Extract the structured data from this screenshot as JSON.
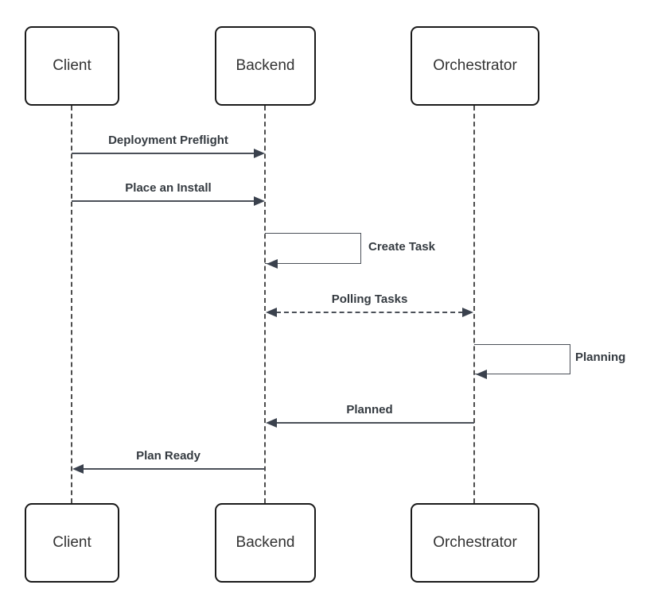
{
  "diagram": {
    "type": "uml-sequence",
    "actors": [
      {
        "id": "client",
        "label": "Client"
      },
      {
        "id": "backend",
        "label": "Backend"
      },
      {
        "id": "orchestrator",
        "label": "Orchestrator"
      }
    ],
    "messages": [
      {
        "label": "Deployment Preflight",
        "from": "Client",
        "to": "Backend",
        "line": "solid",
        "direction": "right"
      },
      {
        "label": "Place an Install",
        "from": "Client",
        "to": "Backend",
        "line": "solid",
        "direction": "right"
      },
      {
        "label": "Create Task",
        "from": "Backend",
        "to": "Backend",
        "line": "self-loop",
        "direction": "self"
      },
      {
        "label": "Polling Tasks",
        "from": "Backend",
        "to": "Orchestrator",
        "line": "dashed",
        "direction": "both"
      },
      {
        "label": "Planning",
        "from": "Orchestrator",
        "to": "Orchestrator",
        "line": "self-loop",
        "direction": "self"
      },
      {
        "label": "Planned",
        "from": "Orchestrator",
        "to": "Backend",
        "line": "solid",
        "direction": "left"
      },
      {
        "label": "Plan Ready",
        "from": "Backend",
        "to": "Client",
        "line": "solid",
        "direction": "left"
      }
    ],
    "colors": {
      "background": "#ffffff",
      "box_border": "#1a1a1a",
      "box_fill": "#ffffff",
      "actor_text": "#333333",
      "message_text": "#343a40",
      "line": "#4b5058",
      "arrowhead": "#3a414d",
      "lifeline": "#4d4d4d"
    }
  }
}
